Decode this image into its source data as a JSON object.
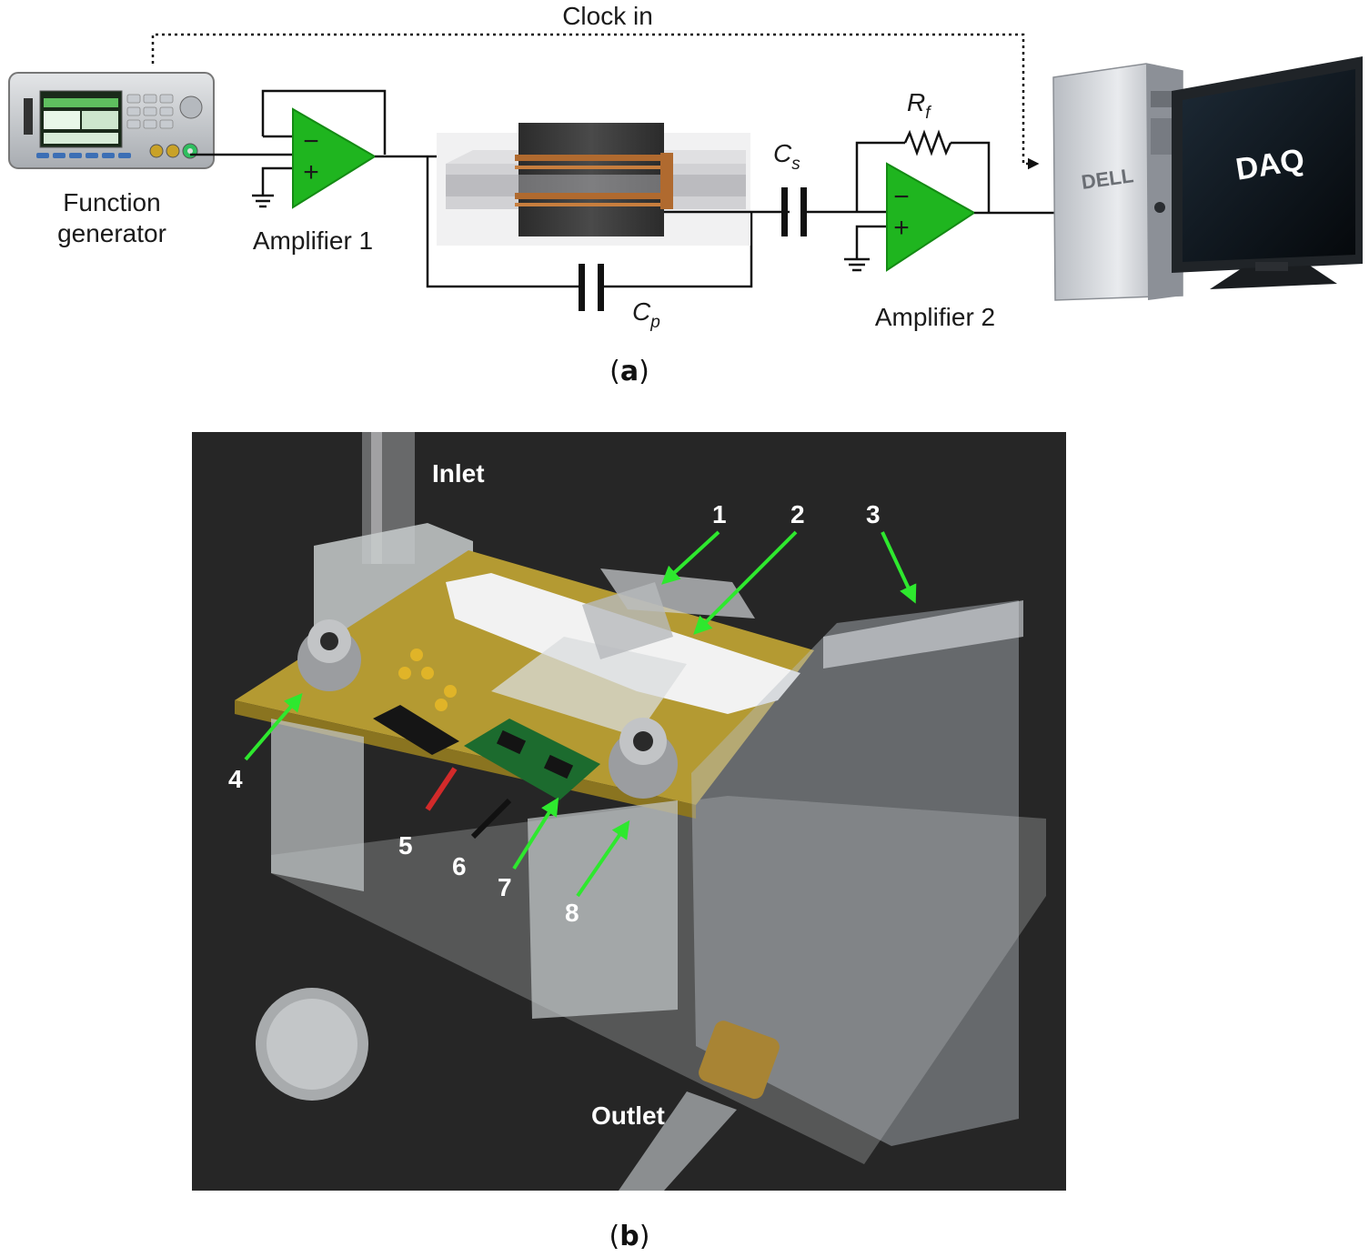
{
  "panel_a": {
    "clock_label": "Clock in",
    "function_generator": {
      "line1": "Function",
      "line2": "generator"
    },
    "amplifier1": {
      "label": "Amplifier 1",
      "minus": "−",
      "plus": "+"
    },
    "amplifier2": {
      "label": "Amplifier 2",
      "minus": "−",
      "plus": "+"
    },
    "rf": {
      "main": "R",
      "sub": "f"
    },
    "cs": {
      "main": "C",
      "sub": "s"
    },
    "cp": {
      "main": "C",
      "sub": "p"
    },
    "daq": "DAQ",
    "caption": {
      "open": "(",
      "letter": "a",
      "close": ")"
    }
  },
  "panel_b": {
    "inlet": "Inlet",
    "outlet": "Outlet",
    "numbers": [
      "1",
      "2",
      "3",
      "4",
      "5",
      "6",
      "7",
      "8"
    ],
    "caption": {
      "open": "(",
      "letter": "b",
      "close": ")"
    }
  },
  "colors": {
    "amplifier_fill": "#1fb51f",
    "arrow_green": "#2ee82e",
    "photo_background": "#262626"
  }
}
